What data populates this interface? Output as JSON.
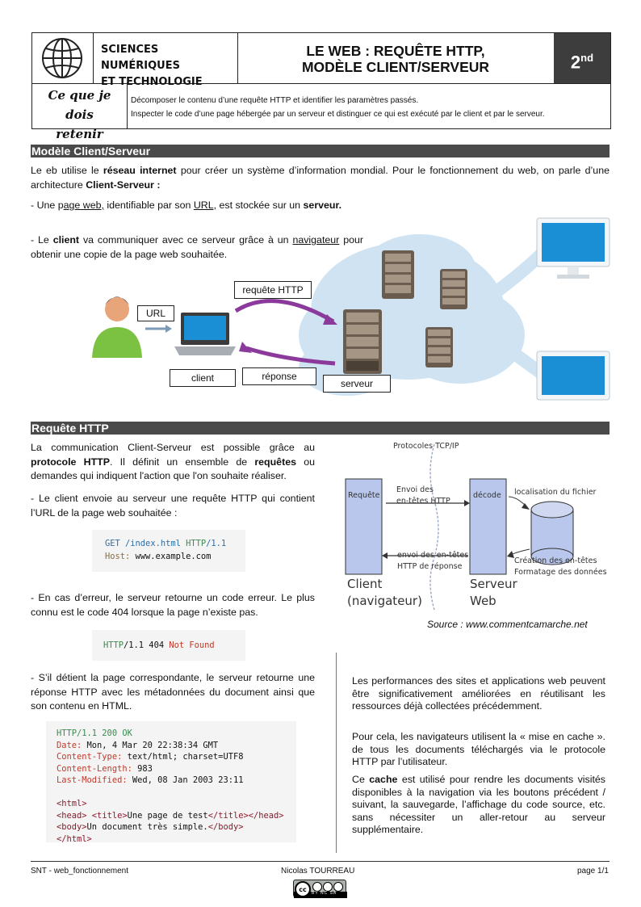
{
  "header": {
    "subject_line1": "SCIENCES NUMÉRIQUES",
    "subject_line2": "ET TECHNOLOGIE",
    "title_line1": "LE WEB : REQUÊTE HTTP,",
    "title_line2": "MODÈLE CLIENT/SERVEUR",
    "level": "2",
    "level_sup": "nd"
  },
  "objectives": {
    "label_line1": "Ce que je dois",
    "label_line2": "retenir",
    "item1": "Décomposer le contenu d’une requête HTTP et identifier les paramètres passés.",
    "item2": "Inspecter le code d’une page hébergée par un serveur et distinguer ce qui est exécuté par le client et par le serveur."
  },
  "section1": {
    "heading": "Modèle Client/Serveur",
    "p1_a": "Le eb utilise le ",
    "p1_b": "réseau internet",
    "p1_c": " pour créer un système d’information mondial. Pour le fonctionnement du web, on parle d’une architecture ",
    "p1_d": "Client-Serveur :",
    "p2_a": "- Une p",
    "p2_b": "age web,",
    "p2_c": " identifiable par son ",
    "p2_d": "URL,",
    "p2_e": " est stockée sur un ",
    "p2_f": "serveur.",
    "p3_a": "- Le ",
    "p3_b": "client",
    "p3_c": " va communiquer avec ce serveur grâce à un ",
    "p3_d": "navigateur",
    "p3_e": " pour obtenir une copie de la page web souhaitée.",
    "diagram": {
      "url": "URL",
      "request": "requête HTTP",
      "response": "réponse",
      "client": "client",
      "server": "serveur"
    }
  },
  "section2": {
    "heading": "Requête HTTP",
    "p1_a": "La communication Client-Serveur est possible grâce au ",
    "p1_b": "protocole HTTP",
    "p1_c": ". Il définit un ensemble de ",
    "p1_d": "requêtes",
    "p1_e": " ou demandes qui indiquent l'action que l'on souhaite réaliser.",
    "p2": "- Le client envoie au serveur une requête HTTP qui contient l’URL de la page web souhaitée :",
    "code1": {
      "l1_method": "GET",
      "l1_path": " /index.html ",
      "l1_proto": "HTTP",
      "l1_ver": "/1.1",
      "l2_key": "Host:",
      "l2_val": " www.example.com"
    },
    "p3": "- En cas d’erreur, le serveur retourne un code erreur. Le plus connu est le code 404 lorsque la page n’existe pas.",
    "code2": {
      "proto": "HTTP",
      "rest": "/1.1 404 ",
      "err": "Not Found"
    },
    "p4": "- S’il détient la page correspondante, le serveur retourne une réponse HTTP avec les métadonnées du document ainsi que son contenu en HTML.",
    "code3": {
      "l1": "HTTP/1.1 200 OK",
      "l2_k": "Date:",
      "l2_v": " Mon, 4 Mar 20    22:38:34 GMT",
      "l3_k": "Content-Type:",
      "l3_v": " text/html; charset=UTF8",
      "l4_k": "Content-Length:",
      "l4_v": " 983",
      "l5_k": "Last-Modified:",
      "l5_v": " Wed, 08 Jan 2003 23:11",
      "l6": "<html>",
      "l7_a": "<head>",
      "l7_b": " <title>",
      "l7_c": "Une page de test",
      "l7_d": "</title></head>",
      "l8_a": "<body>",
      "l8_b": "Un document très simple.",
      "l8_c": "</body>",
      "l9": "</html>"
    },
    "figure": {
      "protocols": "Protocoles TCP/IP",
      "requete": "Requête",
      "envoi1": "Envoi des",
      "envoi2": "en-têtes HTTP",
      "decode": "décode",
      "localisation": "localisation du fichier",
      "envoi3": "envoi des en-têtes",
      "envoi4": "HTTP de réponse",
      "creation": "Création des en-têtes",
      "formatage": "Formatage des données",
      "client1": "Client",
      "client2": "(navigateur)",
      "serveur1": "Serveur",
      "serveur2": "Web",
      "source": "Source : www.commentcamarche.net"
    },
    "r1": "Les performances des sites et applications web peuvent être significativement améliorées en réutilisant les ressources déjà collectées précédemment.",
    "r2": "Pour cela, les navigateurs utilisent la « mise en cache ». de tous les documents téléchargés via le protocole HTTP par l’utilisateur.",
    "r3_a": "Ce ",
    "r3_b": "cache",
    "r3_c": " est utilisé pour rendre les documents visités disponibles à la navigation via les boutons précédent / suivant, la sauvegarde, l’affichage du code source, etc. sans nécessiter un aller-retour au serveur supplémentaire."
  },
  "footer": {
    "left": "SNT - web_fonctionnement",
    "center": "Nicolas TOURREAU",
    "right": "page 1/1",
    "license": "BY NC SA"
  },
  "colors": {
    "bar": "#4a4a4a",
    "cloud": "#cfe3f2",
    "monitor": "#1a8fd6",
    "diagram_box": "#b9c7ec"
  }
}
